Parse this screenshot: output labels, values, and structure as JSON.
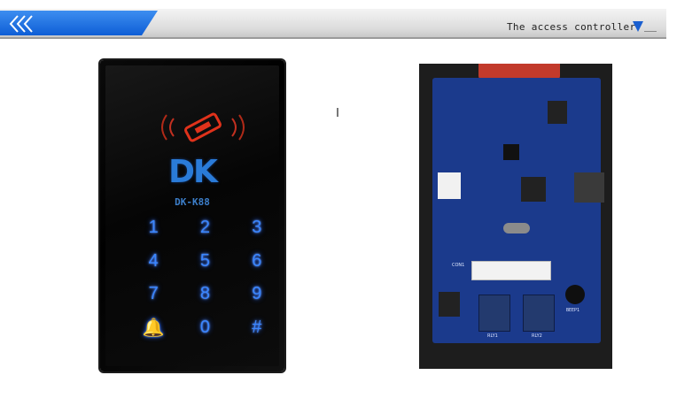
{
  "header": {
    "title": "The access controller",
    "accent_color": "#1a5fd0"
  },
  "keypad": {
    "brand": "DK",
    "model": "DK-K88",
    "keys": [
      "1",
      "2",
      "3",
      "4",
      "5",
      "6",
      "7",
      "8",
      "9",
      "🔔",
      "0",
      "#"
    ],
    "key_color": "#3a86ff",
    "rfid_color": "#e0321b"
  },
  "pcb": {
    "connector_label": "CON1",
    "relay_labels": [
      "RLY1",
      "RLY2"
    ],
    "buzzer_label": "BEEP1",
    "board_color": "#1b3a8c"
  }
}
